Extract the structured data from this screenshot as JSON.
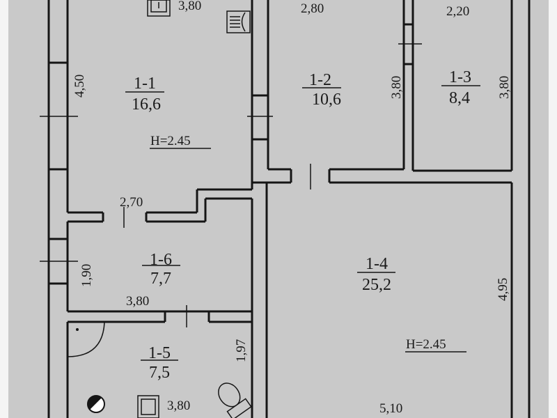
{
  "rooms": [
    {
      "id": "1-1",
      "area": "16,6"
    },
    {
      "id": "1-2",
      "area": "10,6"
    },
    {
      "id": "1-3",
      "area": "8,4"
    },
    {
      "id": "1-4",
      "area": "25,2"
    },
    {
      "id": "1-5",
      "area": "7,5"
    },
    {
      "id": "1-6",
      "area": "7,7"
    }
  ],
  "heights": {
    "room_1_1": "H=2.45",
    "room_1_4": "H=2.45"
  },
  "dimensions": {
    "r11_width": "3,80",
    "r11_height": "4,50",
    "r11_bottom": "2,70",
    "r12_width": "2,80",
    "r12_height": "3,80",
    "r13_width": "2,20",
    "r13_height": "3,80",
    "r14_width": "5,10",
    "r14_height": "4,95",
    "r16_height": "1,90",
    "r16_width": "3,80",
    "r15_height": "1,97",
    "r15_width": "3,80"
  },
  "colors": {
    "paper": "#c9c9c9",
    "ink": "#151515"
  }
}
